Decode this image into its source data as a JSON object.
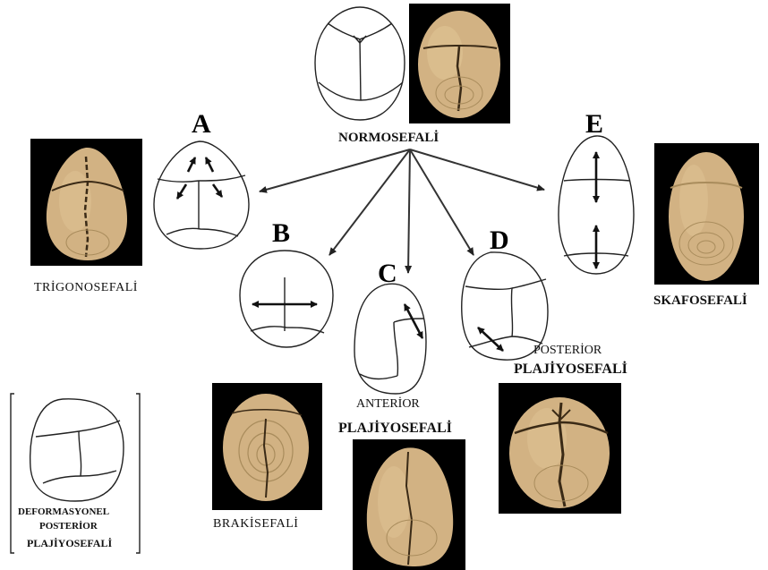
{
  "letters": {
    "a": "A",
    "b": "B",
    "c": "C",
    "d": "D",
    "e": "E"
  },
  "labels": {
    "normosefali": "NORMOSEFALİ",
    "trigonosefali": "TRİGONOSEFALİ",
    "skafosefali": "SKAFOSEFALİ",
    "brakisefali": "BRAKİSEFALİ",
    "anterior": "ANTERİOR",
    "anterior_plaj": "PLAJİYOSEFALİ",
    "posterior": "POSTERİOR",
    "posterior_plaj": "PLAJİYOSEFALİ",
    "deform_line1": "DEFORMASYONEL",
    "deform_line2": "POSTERİOR",
    "deform_line3": "PLAJİYOSEFALİ"
  },
  "colors": {
    "skull": "#d2b283",
    "skull_shadow": "#a98c5c",
    "suture": "#3a2a16",
    "photo_bg": "#000000",
    "outline": "#222222"
  },
  "icons": [
    "arrow-icon",
    "double-arrow-icon"
  ]
}
